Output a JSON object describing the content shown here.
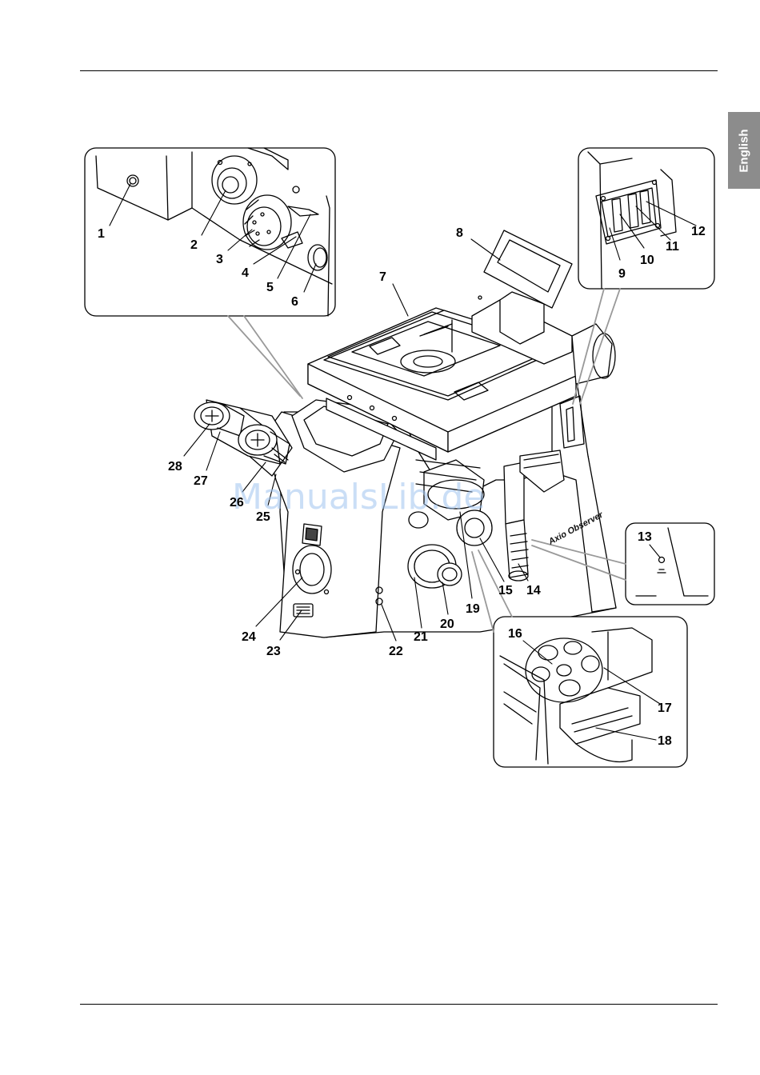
{
  "language_tab": "English",
  "figure": {
    "instrument_label": "Axio Observer",
    "watermark": "ManualsLib.de",
    "callouts": [
      "1",
      "2",
      "3",
      "4",
      "5",
      "6",
      "7",
      "8",
      "9",
      "10",
      "11",
      "12",
      "13",
      "14",
      "15",
      "16",
      "17",
      "18",
      "19",
      "20",
      "21",
      "22",
      "23",
      "24",
      "25",
      "26",
      "27",
      "28"
    ]
  }
}
